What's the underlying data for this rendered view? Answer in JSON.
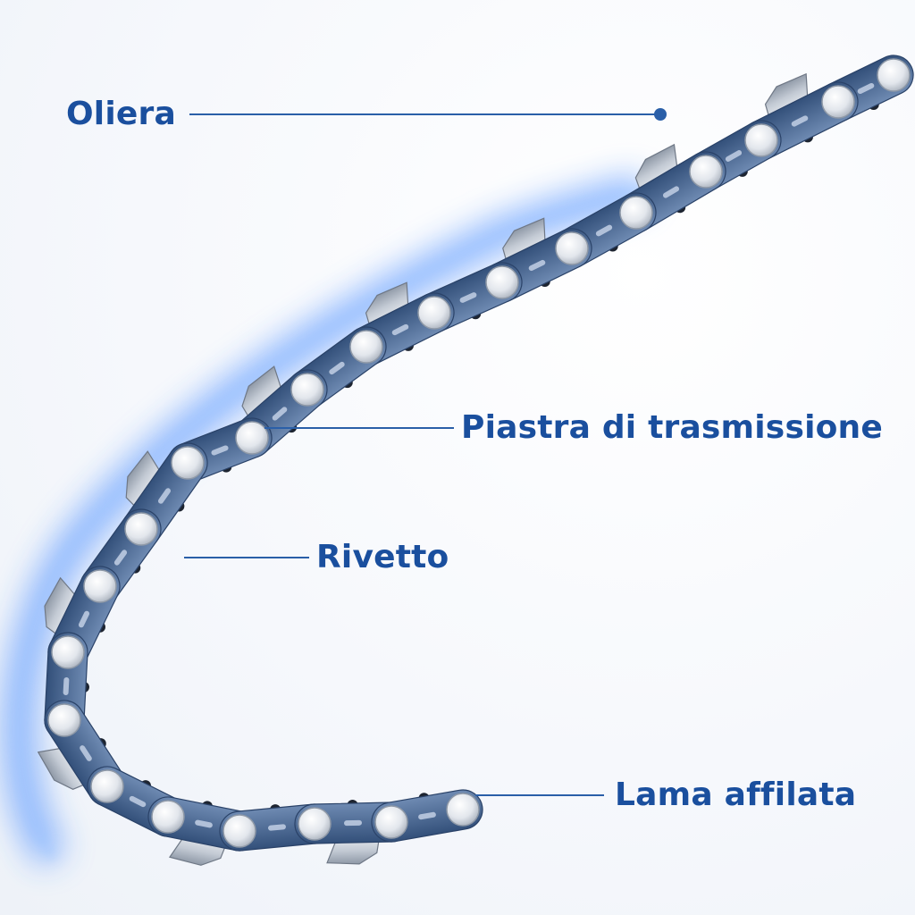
{
  "colors": {
    "label": "#1a4f9e",
    "leader_line": "#2a5fa8",
    "glow": "#2f7bff",
    "steel_light": "#e6eaf0",
    "steel_mid": "#b4bcc8",
    "steel_dark": "#8a94a3",
    "link_blue": "#4d6a94",
    "link_blue_dark": "#33507a"
  },
  "callouts": [
    {
      "id": "oliera",
      "text": "Oliera"
    },
    {
      "id": "piastra",
      "text": "Piastra di trasmissione"
    },
    {
      "id": "rivetto",
      "text": "Rivetto"
    },
    {
      "id": "lama",
      "text": "Lama affilata"
    }
  ]
}
